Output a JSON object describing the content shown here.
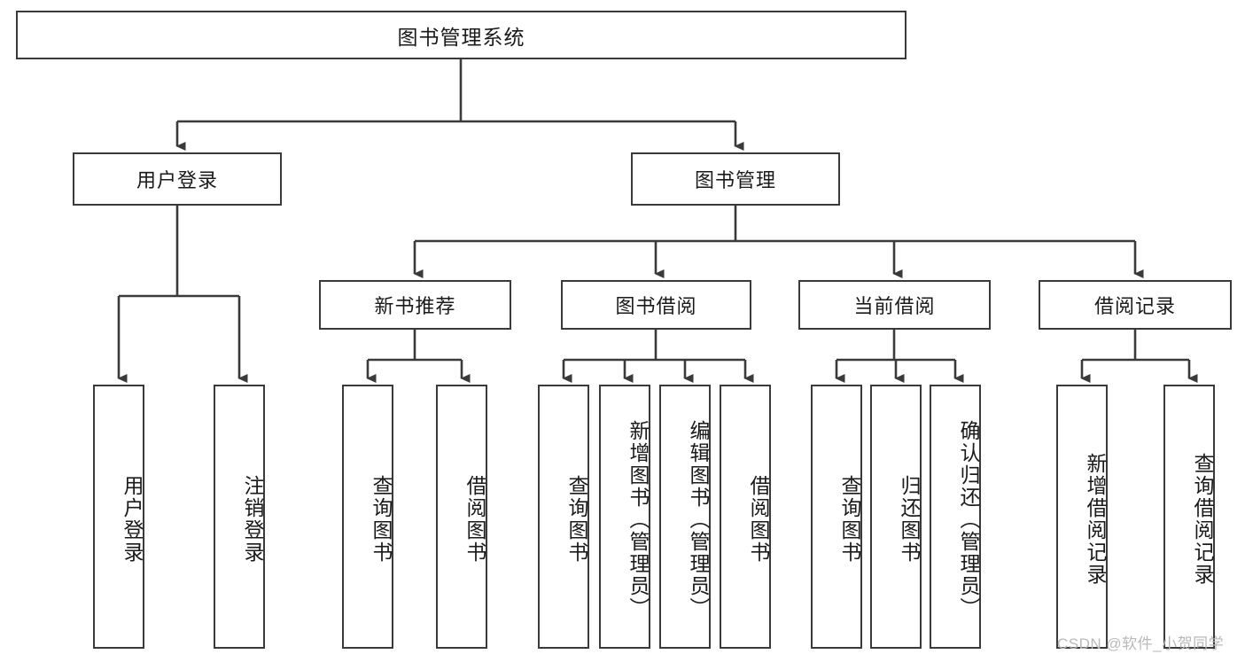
{
  "diagram": {
    "title": "图书管理系统",
    "type": "tree",
    "colors": {
      "background": "#ffffff",
      "box_border": "#3a3a3a",
      "line": "#3a3a3a",
      "text": "#1a1a1a",
      "watermark": "#b9b9b9"
    },
    "root": {
      "label": "图书管理系统"
    },
    "level2": [
      {
        "label": "用户登录"
      },
      {
        "label": "图书管理"
      }
    ],
    "level3": [
      {
        "label": "新书推荐"
      },
      {
        "label": "图书借阅"
      },
      {
        "label": "当前借阅"
      },
      {
        "label": "借阅记录"
      }
    ],
    "leaves_user_login": [
      {
        "label": "用户登录"
      },
      {
        "label": "注销登录"
      }
    ],
    "leaves_new_book": [
      {
        "label": "查询图书"
      },
      {
        "label": "借阅图书"
      }
    ],
    "leaves_borrow": [
      {
        "label": "查询图书"
      },
      {
        "label": "新增图书（管理员）"
      },
      {
        "label": "编辑图书（管理员）"
      },
      {
        "label": "借阅图书"
      }
    ],
    "leaves_current": [
      {
        "label": "查询图书"
      },
      {
        "label": "归还图书"
      },
      {
        "label": "确认归还（管理员）"
      }
    ],
    "leaves_records": [
      {
        "label": "新增借阅记录"
      },
      {
        "label": "查询借阅记录"
      }
    ]
  },
  "watermark": {
    "text": "CSDN @软件_小贺同学"
  }
}
